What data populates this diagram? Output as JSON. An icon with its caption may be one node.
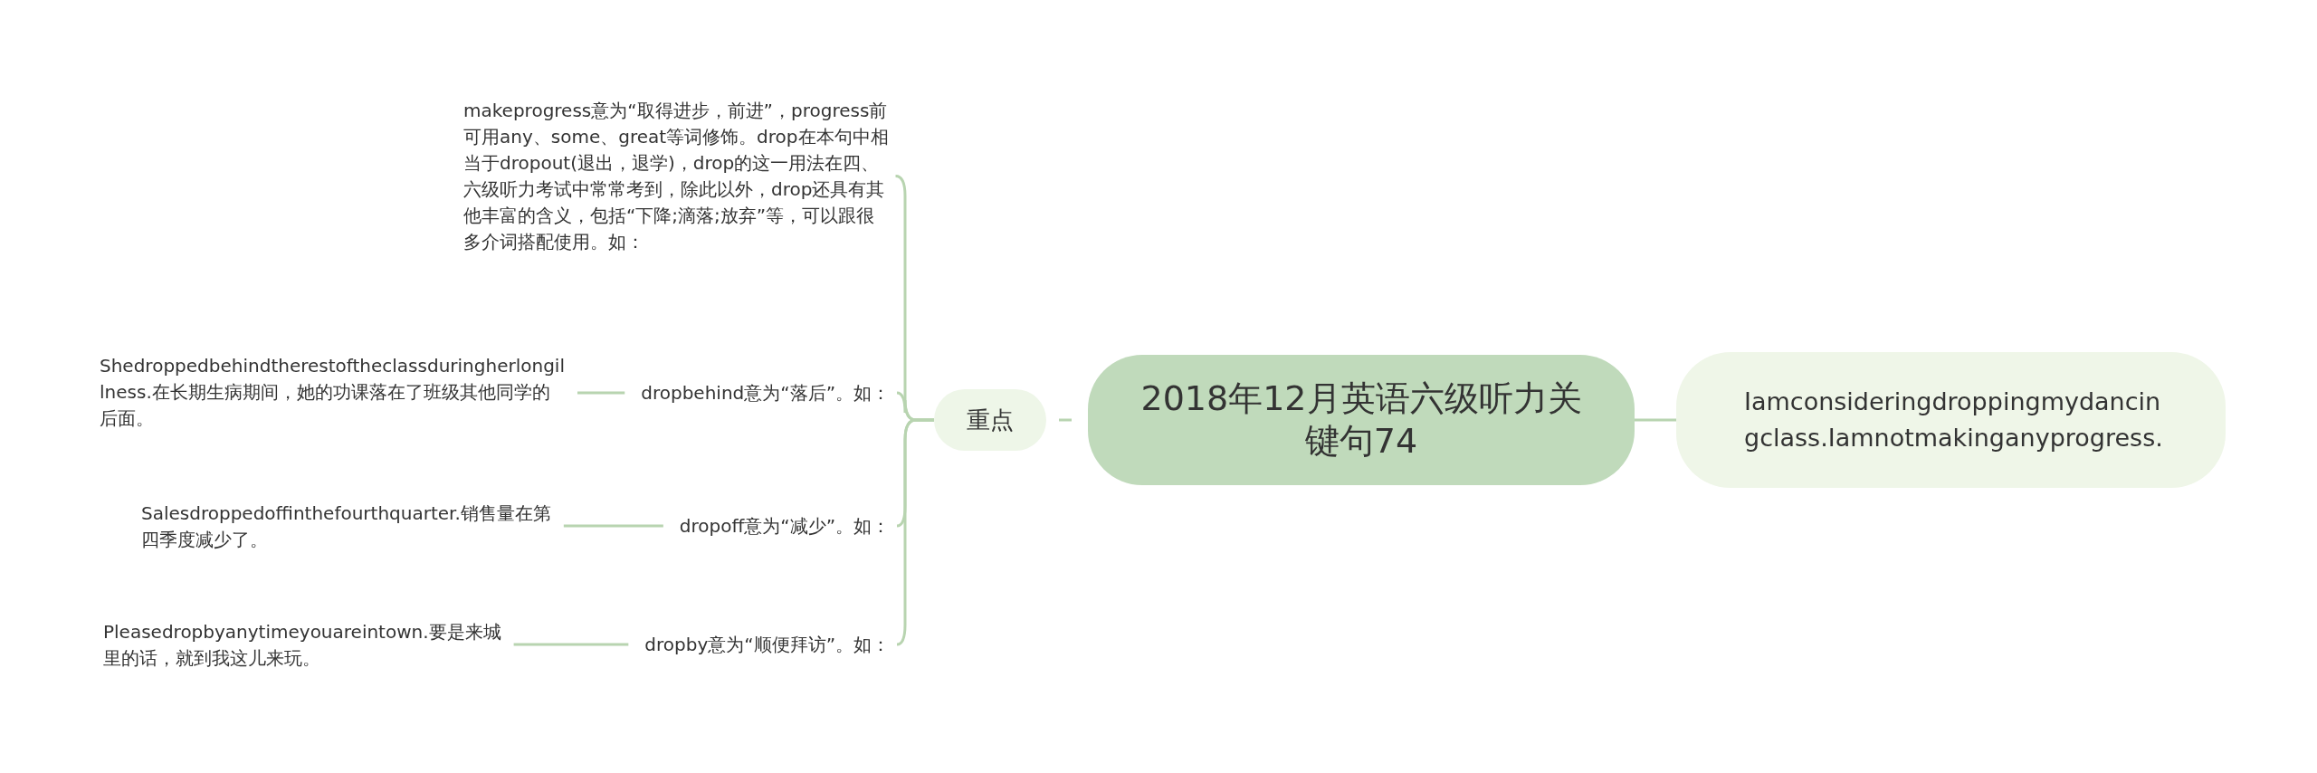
{
  "diagram": {
    "nodes": [
      {
        "text": [
          "2018年12月英语六级听力关键句74"
        ]
      },
      {
        "text": [
          "重点"
        ]
      },
      {
        "text": [
          "Iamconsideringdroppingmydancingclass.Iamnotmakinganyprogress."
        ]
      },
      {
        "text": [
          "makeprogress意为“取得进步，前进”，progress前可用any、some、great等词修饰。drop在本句中相当于dropout(退出，退学)，drop的这一用法在四、六级听力考试中常常考到，除此以外，drop还具有其他丰富的含义，包括“下降;滴落;放弃”等，可以跟很多介词搭配使用。如："
        ]
      },
      {
        "text": [
          "dropbehind意为“落后”。如："
        ]
      },
      {
        "text": [
          "Shedroppedbehindtherestoftheclassduringherlongillness.在长期生病期间，她的功课落在了班级其他同学的后面。"
        ]
      },
      {
        "text": [
          "dropoff意为“减少”。如："
        ]
      },
      {
        "text": [
          "Salesdroppedoffinthefourthquarter.销售量在第四季度减少了。"
        ]
      },
      {
        "text": [
          "dropby意为“顺便拜访”。如："
        ]
      },
      {
        "text": [
          "Pleasedropbyanytimeyouareintown.要是来城里的话，就到我这儿来玩。"
        ]
      }
    ],
    "edges": [
      {
        "from": 0,
        "to": 1,
        "arrow": "none"
      },
      {
        "from": 0,
        "to": 2,
        "arrow": "none"
      },
      {
        "from": 1,
        "to": 3,
        "arrow": "none"
      },
      {
        "from": 1,
        "to": 4,
        "arrow": "none"
      },
      {
        "from": 1,
        "to": 6,
        "arrow": "none"
      },
      {
        "from": 1,
        "to": 8,
        "arrow": "none"
      },
      {
        "from": 4,
        "to": 5,
        "arrow": "none"
      },
      {
        "from": 6,
        "to": 7,
        "arrow": "none"
      },
      {
        "from": 8,
        "to": 9,
        "arrow": "none"
      }
    ]
  }
}
